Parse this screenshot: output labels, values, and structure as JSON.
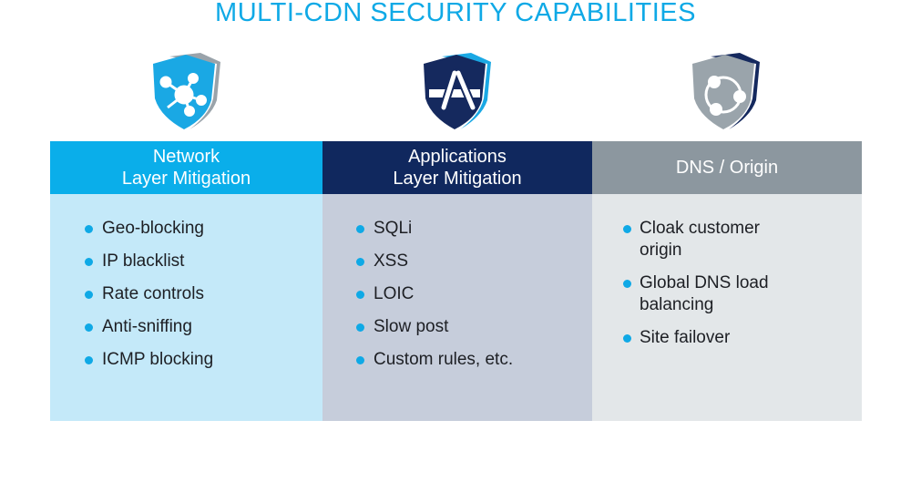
{
  "title": "MULTI-CDN SECURITY CAPABILITIES",
  "colors": {
    "accent": "#0fa9e6",
    "network_header": "#0aaeea",
    "network_body": "#c4e9f9",
    "applications_header": "#10285e",
    "applications_body": "#c6cddb",
    "dns_header": "#8c979f",
    "dns_body": "#e3e7e9"
  },
  "columns": [
    {
      "icon": "shield-network-icon",
      "heading_line1": "Network",
      "heading_line2": "Layer Mitigation",
      "items": [
        "Geo-blocking",
        "IP blacklist",
        "Rate controls",
        "Anti-sniffing",
        "ICMP blocking"
      ]
    },
    {
      "icon": "shield-app-icon",
      "heading_line1": "Applications",
      "heading_line2": "Layer Mitigation",
      "items": [
        "SQLi",
        "XSS",
        "LOIC",
        "Slow post",
        "Custom rules, etc."
      ]
    },
    {
      "icon": "shield-users-icon",
      "heading_line1": "DNS / Origin",
      "heading_line2": "",
      "items": [
        "Cloak customer origin",
        "Global DNS load balancing",
        "Site failover"
      ]
    }
  ]
}
